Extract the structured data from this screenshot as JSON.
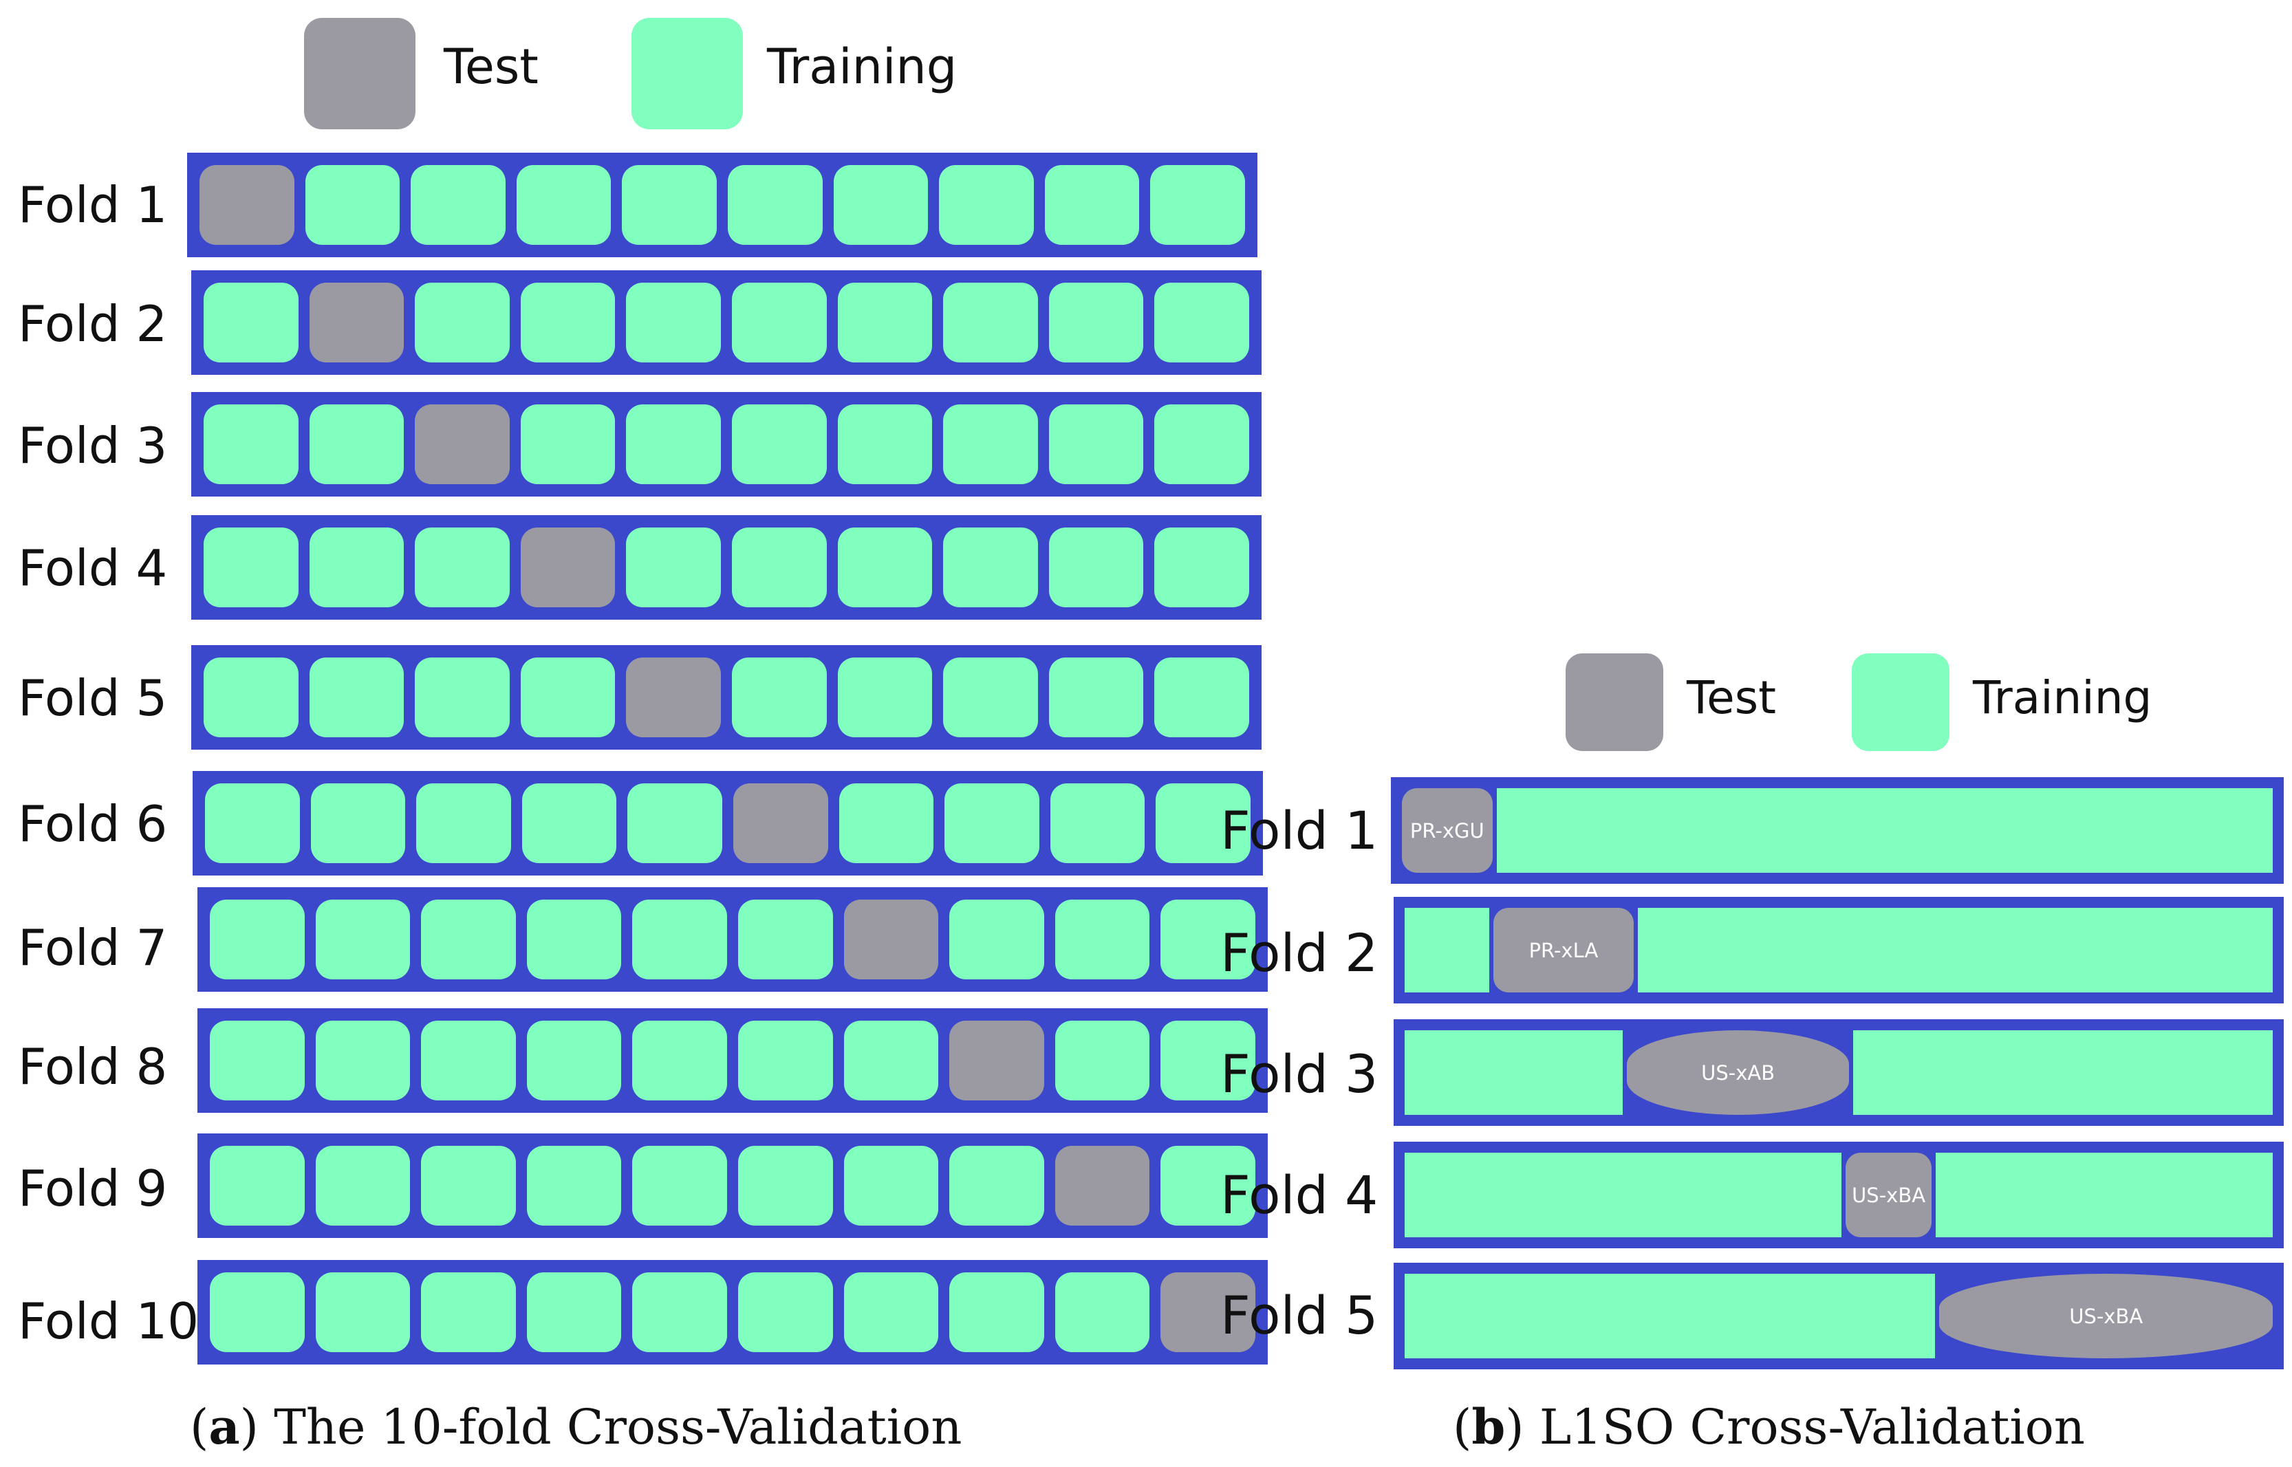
{
  "colors": {
    "test": "#9b9aa3",
    "training": "#80ffbe",
    "frame": "#3b48cc"
  },
  "legend": {
    "test_label": "Test",
    "training_label": "Training"
  },
  "panel_a": {
    "fold_labels": [
      "Fold 1",
      "Fold 2",
      "Fold 3",
      "Fold 4",
      "Fold 5",
      "Fold 6",
      "Fold 7",
      "Fold 8",
      "Fold 9",
      "Fold 10"
    ],
    "cells_per_fold": 10,
    "caption_letter": "a",
    "caption_text": " The 10-fold Cross-Validation"
  },
  "panel_b": {
    "folds": [
      {
        "label": "Fold 1",
        "test_label": "PR-xGU"
      },
      {
        "label": "Fold 2",
        "test_label": "PR-xLA"
      },
      {
        "label": "Fold 3",
        "test_label": "US-xAB"
      },
      {
        "label": "Fold 4",
        "test_label": "US-xBA"
      },
      {
        "label": "Fold 5",
        "test_label": "US-xBA"
      }
    ],
    "caption_letter": "b",
    "caption_text": " L1SO Cross-Validation"
  }
}
